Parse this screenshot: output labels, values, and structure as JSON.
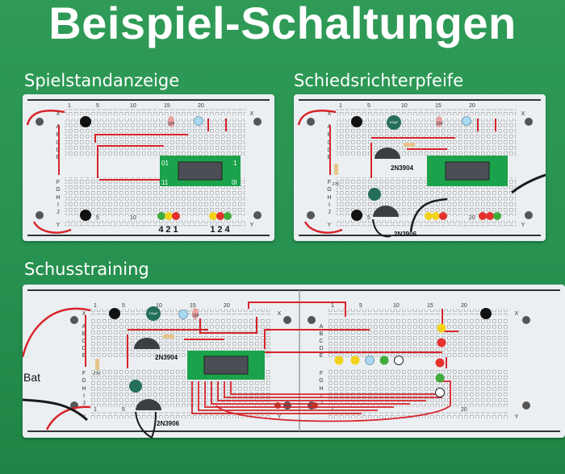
{
  "title": "Beispiel-Schaltungen",
  "panels": {
    "score": {
      "label": "Spielstandanzeige",
      "row_letters_top": [
        "X",
        "A",
        "B",
        "C",
        "D",
        "E"
      ],
      "row_letters_bottom": [
        "F",
        "G",
        "H",
        "I",
        "J",
        "Y"
      ],
      "col_numbers": [
        "1",
        "5",
        "10",
        "15",
        "20"
      ],
      "chip_labels": [
        "01",
        "1",
        "11",
        "0I"
      ],
      "cap_label": "104",
      "digits_left": "421",
      "digits_right": "124"
    },
    "whistle": {
      "label": "Schiedsrichterpfeife",
      "row_letters_top": [
        "X",
        "A",
        "B",
        "C",
        "D",
        "E"
      ],
      "row_letters_bottom": [
        "F",
        "G",
        "H",
        "I",
        "J",
        "Y"
      ],
      "col_numbers": [
        "1",
        "5",
        "10",
        "15",
        "20"
      ],
      "cap_label": "104",
      "cap2_label": "100µF",
      "resistor_label": "27K",
      "transistor_top": "2N3904",
      "transistor_bottom": "2N3906"
    },
    "shoot": {
      "label": "Schusstraining",
      "row_letters_top": [
        "X",
        "A",
        "B",
        "C",
        "D",
        "E"
      ],
      "row_letters_bottom": [
        "F",
        "G",
        "H",
        "I",
        "J",
        "Y"
      ],
      "col_numbers_left": [
        "1",
        "5",
        "10",
        "15",
        "20"
      ],
      "col_numbers_right": [
        "1",
        "5",
        "10",
        "15",
        "20"
      ],
      "cap_label": "104",
      "cap2_label": "100µF",
      "resistor_label": "27K",
      "transistor_top": "2N3904",
      "transistor_bottom": "2N3906",
      "battery_label": "Bat"
    }
  },
  "colors": {
    "background": "#279150",
    "board": "#ebeff2",
    "wire_red": "#d8232a",
    "wire_black": "#1a1a1a",
    "chip_green": "#1aa34a",
    "led_red": "#e5322d",
    "led_yellow": "#f3d21c",
    "led_green": "#3dac3a",
    "led_blue": "#a9d8f2"
  }
}
